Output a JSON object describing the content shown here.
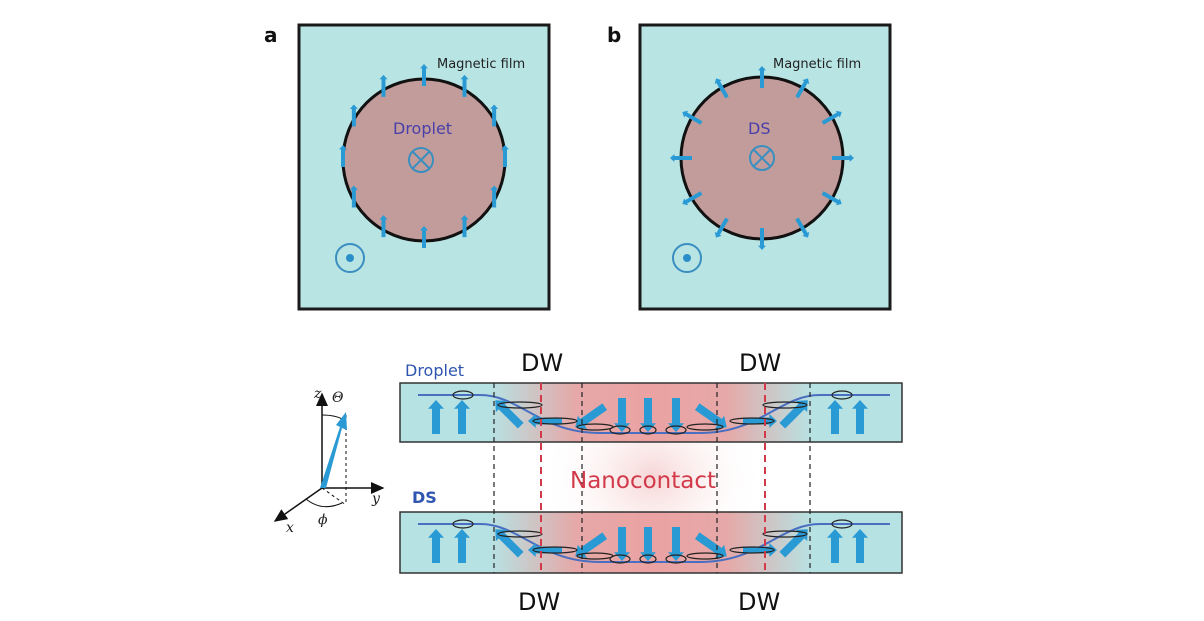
{
  "panels": {
    "a": {
      "label": "a",
      "film_label": "Magnetic film",
      "center_label": "Droplet",
      "boundary_spin_type": "all-up (uniform)"
    },
    "b": {
      "label": "b",
      "film_label": "Magnetic film",
      "center_label": "DS",
      "boundary_spin_type": "radial (dissipative soliton)"
    }
  },
  "symbols": {
    "inside": "into-page-icon",
    "outside": "out-of-page-icon"
  },
  "axes": {
    "z": "z",
    "y": "y",
    "x": "x",
    "theta": "Θ",
    "phi": "ϕ"
  },
  "profile": {
    "droplet_label": "Droplet",
    "ds_label": "DS",
    "dw_labels": [
      "DW",
      "DW",
      "DW",
      "DW"
    ],
    "nanocontact_label": "Nanocontact"
  },
  "colors": {
    "film": "#b9e4e4",
    "droplet": "#c29c9a",
    "arrow": "#2a9ad4",
    "nanocontact": "#d23a4a",
    "text_label": "#4a3fa8"
  }
}
